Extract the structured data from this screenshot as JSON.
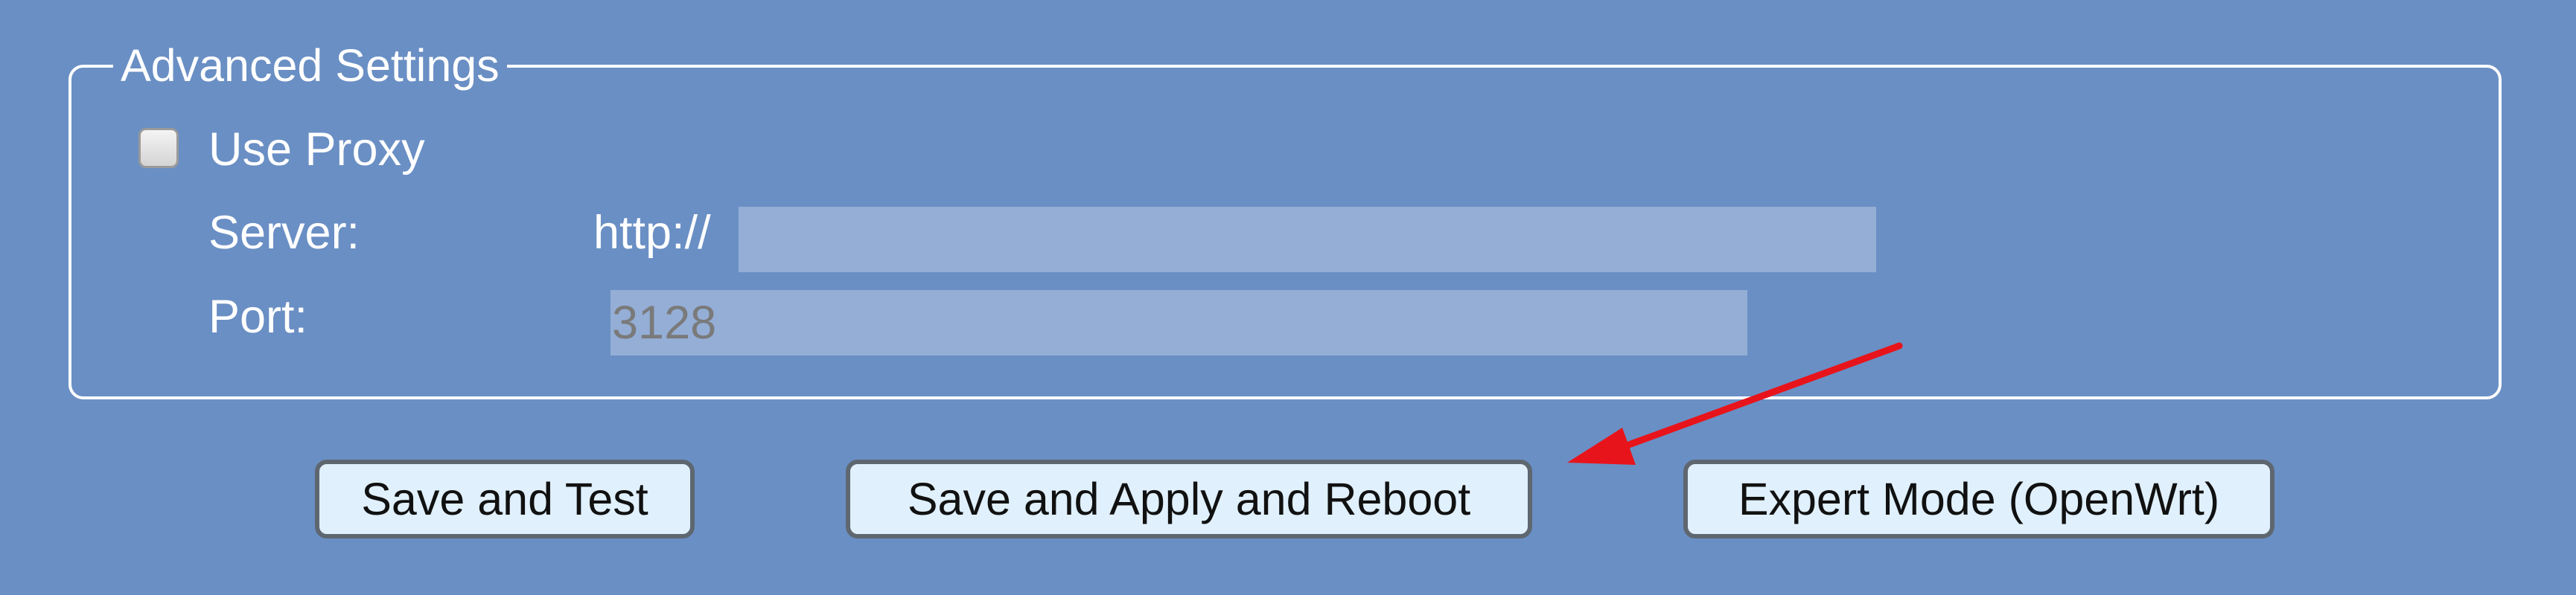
{
  "advanced_settings": {
    "legend": "Advanced Settings",
    "use_proxy": {
      "label": "Use Proxy",
      "checked": false
    },
    "server": {
      "label": "Server:",
      "prefix": "http://",
      "value": ""
    },
    "port": {
      "label": "Port:",
      "value": "",
      "placeholder": "3128"
    }
  },
  "buttons": {
    "save_and_test": "Save and Test",
    "save_apply_reboot": "Save and Apply and Reboot",
    "expert_mode": "Expert Mode (OpenWrt)"
  },
  "annotation": {
    "arrow_color": "#e8141b",
    "arrow_icon": "red-arrow-pointing-left"
  }
}
